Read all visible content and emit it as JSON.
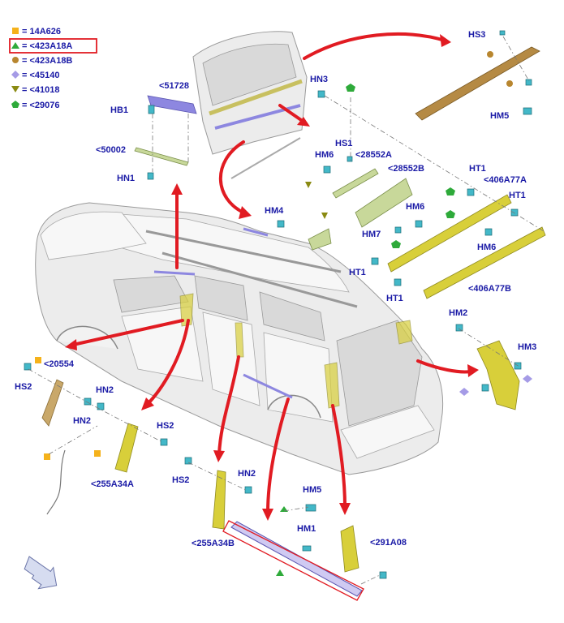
{
  "legend": {
    "items": [
      {
        "marker": "square",
        "color": "#f5b21b",
        "text": "= 14A626"
      },
      {
        "marker": "triangle-up",
        "color": "#2eaa3a",
        "text": "= <423A18A"
      },
      {
        "marker": "circle",
        "color": "#b8862f",
        "text": "= <423A18B"
      },
      {
        "marker": "diamond",
        "color": "#a59be6",
        "text": "= <45140"
      },
      {
        "marker": "triangle-down",
        "color": "#8a8a12",
        "text": "= <41018"
      },
      {
        "marker": "pentagon",
        "color": "#2eaa3a",
        "text": "= <29076"
      }
    ],
    "highlight_color": "#e11b22"
  },
  "callouts": {
    "hs3": "HS3",
    "hn3": "HN3",
    "c51728": "<51728",
    "hb1": "HB1",
    "c50002": "<50002",
    "hn1": "HN1",
    "hs1": "HS1",
    "hm6_a": "HM6",
    "c28552a": "<28552A",
    "c28552b": "<28552B",
    "ht1_a": "HT1",
    "c406a77a": "<406A77A",
    "ht1_b": "HT1",
    "hm4": "HM4",
    "hm6_b": "HM6",
    "hm7": "HM7",
    "hm6_c": "HM6",
    "ht1_c": "HT1",
    "ht1_d": "HT1",
    "c406a77b": "<406A77B",
    "hm5_top": "HM5",
    "hm2_right": "HM2",
    "hm3_right": "HM3",
    "c20554": "<20554",
    "hs2_a": "HS2",
    "hn2_a": "HN2",
    "hn2_b": "HN2",
    "hs2_b": "HS2",
    "c255a34a": "<255A34A",
    "hs2_c": "HS2",
    "hn2_c": "HN2",
    "hm5_bottom": "HM5",
    "hm1": "HM1",
    "c255a34b": "<255A34B",
    "c291a08": "<291A08"
  },
  "colors": {
    "label_blue": "#1a1aa6",
    "arrow_red": "#e11b22",
    "part_yellow": "#d8cf3a",
    "clip_cyan": "#43b8c8"
  },
  "icons": [
    "square-marker-icon",
    "triangle-marker-icon",
    "circle-marker-icon",
    "diamond-marker-icon",
    "triangle-down-marker-icon",
    "pentagon-marker-icon",
    "view-direction-arrow-icon"
  ]
}
